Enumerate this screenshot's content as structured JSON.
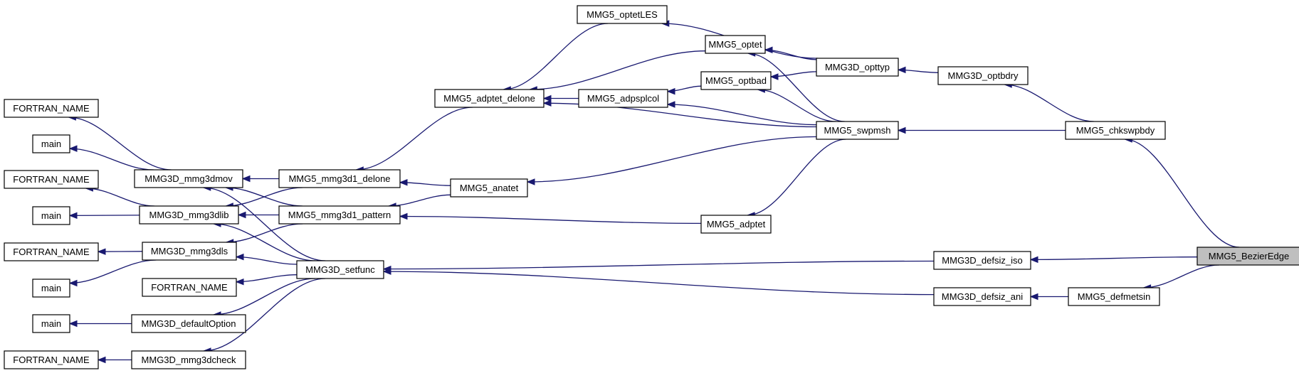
{
  "diagram": {
    "edge_color": "#191970",
    "root_fill": "#bfbfbf",
    "nodes": {
      "bezier": "MMG5_BezierEdge",
      "chkswpbdy": "MMG5_chkswpbdy",
      "defsiz_iso": "MMG3D_defsiz_iso",
      "defmetsin": "MMG5_defmetsin",
      "defsiz_ani": "MMG3D_defsiz_ani",
      "optbdry": "MMG3D_optbdry",
      "swpmsh": "MMG5_swpmsh",
      "opttyp": "MMG3D_opttyp",
      "optetLES": "MMG5_optetLES",
      "optet": "MMG5_optet",
      "optbad": "MMG5_optbad",
      "adpsplcol": "MMG5_adpsplcol",
      "adptet_delone": "MMG5_adptet_delone",
      "anatet": "MMG5_anatet",
      "adptet": "MMG5_adptet",
      "mmg3d1_delone": "MMG5_mmg3d1_delone",
      "mmg3d1_pattern": "MMG5_mmg3d1_pattern",
      "setfunc": "MMG3D_setfunc",
      "mmg3dmov": "MMG3D_mmg3dmov",
      "mmg3dlib": "MMG3D_mmg3dlib",
      "mmg3dls": "MMG3D_mmg3dls",
      "defaultOption": "MMG3D_defaultOption",
      "mmg3dcheck": "MMG3D_mmg3dcheck",
      "fortran1": "FORTRAN_NAME",
      "main1": "main",
      "fortran2": "FORTRAN_NAME",
      "main2": "main",
      "fortran3": "FORTRAN_NAME",
      "main3": "main",
      "fortran4": "FORTRAN_NAME",
      "main4": "main",
      "fortran5": "FORTRAN_NAME"
    },
    "edges": [
      [
        "bezier",
        "chkswpbdy"
      ],
      [
        "bezier",
        "defsiz_iso"
      ],
      [
        "bezier",
        "defmetsin"
      ],
      [
        "chkswpbdy",
        "optbdry"
      ],
      [
        "chkswpbdy",
        "swpmsh"
      ],
      [
        "defmetsin",
        "defsiz_ani"
      ],
      [
        "defsiz_iso",
        "setfunc"
      ],
      [
        "defsiz_ani",
        "setfunc"
      ],
      [
        "optbdry",
        "opttyp"
      ],
      [
        "opttyp",
        "optetLES"
      ],
      [
        "opttyp",
        "optet"
      ],
      [
        "opttyp",
        "optbad"
      ],
      [
        "swpmsh",
        "optet"
      ],
      [
        "swpmsh",
        "optbad"
      ],
      [
        "swpmsh",
        "adpsplcol"
      ],
      [
        "swpmsh",
        "adptet_delone"
      ],
      [
        "swpmsh",
        "anatet"
      ],
      [
        "swpmsh",
        "adptet"
      ],
      [
        "optetLES",
        "adptet_delone"
      ],
      [
        "optet",
        "adptet_delone"
      ],
      [
        "optbad",
        "adpsplcol"
      ],
      [
        "adpsplcol",
        "adptet_delone"
      ],
      [
        "adptet_delone",
        "mmg3d1_delone"
      ],
      [
        "anatet",
        "mmg3d1_delone"
      ],
      [
        "anatet",
        "mmg3d1_pattern"
      ],
      [
        "adptet",
        "mmg3d1_pattern"
      ],
      [
        "mmg3d1_delone",
        "mmg3dmov"
      ],
      [
        "mmg3d1_delone",
        "mmg3dlib"
      ],
      [
        "mmg3d1_pattern",
        "mmg3dmov"
      ],
      [
        "mmg3d1_pattern",
        "mmg3dlib"
      ],
      [
        "mmg3d1_pattern",
        "mmg3dls"
      ],
      [
        "setfunc",
        "mmg3dmov"
      ],
      [
        "setfunc",
        "mmg3dlib"
      ],
      [
        "setfunc",
        "mmg3dls"
      ],
      [
        "setfunc",
        "fortran4"
      ],
      [
        "setfunc",
        "defaultOption"
      ],
      [
        "setfunc",
        "mmg3dcheck"
      ],
      [
        "mmg3dmov",
        "fortran1"
      ],
      [
        "mmg3dmov",
        "main1"
      ],
      [
        "mmg3dlib",
        "fortran2"
      ],
      [
        "mmg3dlib",
        "main2"
      ],
      [
        "mmg3dls",
        "fortran3"
      ],
      [
        "mmg3dls",
        "main3"
      ],
      [
        "defaultOption",
        "main4"
      ],
      [
        "mmg3dcheck",
        "fortran5"
      ]
    ]
  }
}
